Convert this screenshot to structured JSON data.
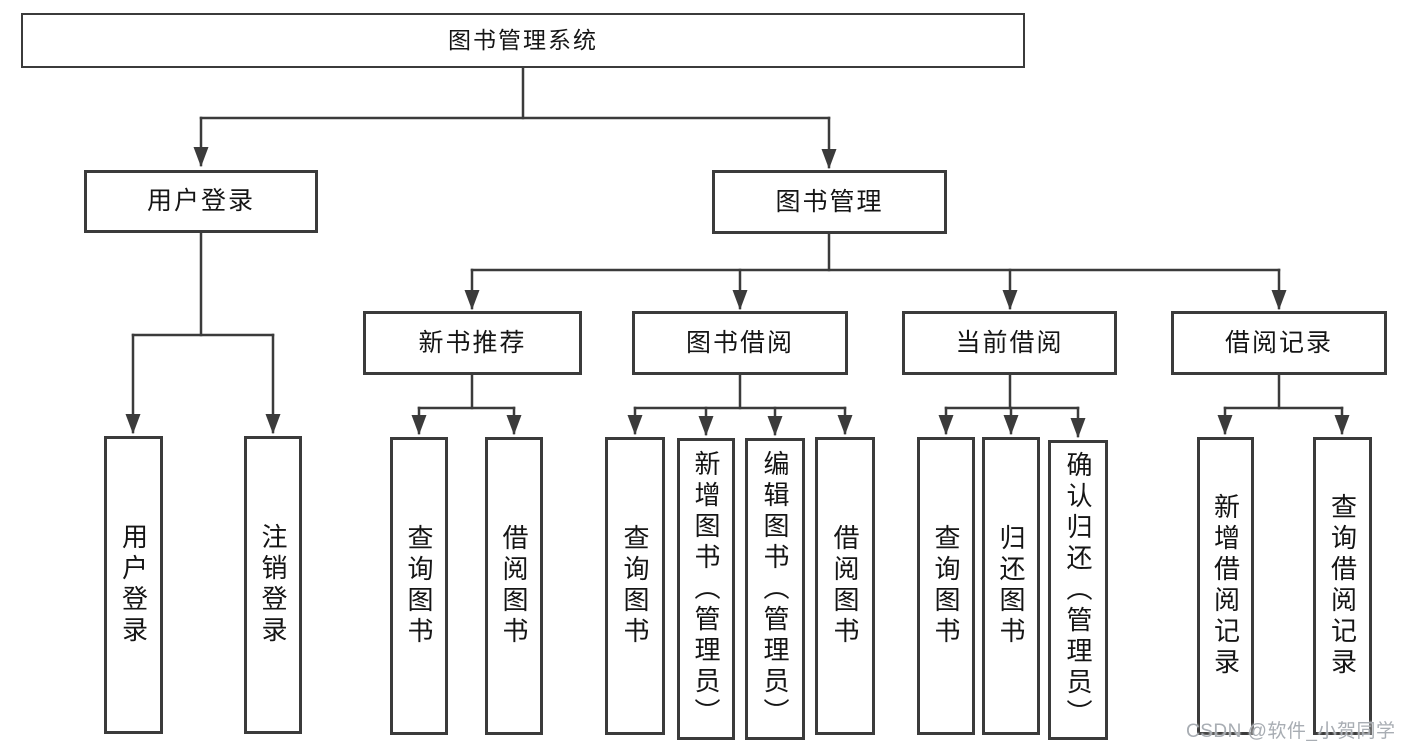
{
  "diagram": {
    "root": {
      "label": "图书管理系统"
    },
    "level2": [
      {
        "label": "用户登录"
      },
      {
        "label": "图书管理"
      }
    ],
    "level3": [
      {
        "label": "新书推荐"
      },
      {
        "label": "图书借阅"
      },
      {
        "label": "当前借阅"
      },
      {
        "label": "借阅记录"
      }
    ],
    "leaves": {
      "user_login": [
        "用户登录",
        "注销登录"
      ],
      "new_book": [
        "查询图书",
        "借阅图书"
      ],
      "book_borrow": [
        "查询图书",
        "新增图书（管理员）",
        "编辑图书（管理员）",
        "借阅图书"
      ],
      "current_borrow": [
        "查询图书",
        "归还图书",
        "确认归还（管理员）"
      ],
      "borrow_records": [
        "新增借阅记录",
        "查询借阅记录"
      ]
    },
    "watermark": "CSDN @软件_小贺同学",
    "colors": {
      "line": "#3b3b3b",
      "text": "#151515",
      "watermark": "#a8adb3",
      "background": "#ffffff"
    }
  }
}
